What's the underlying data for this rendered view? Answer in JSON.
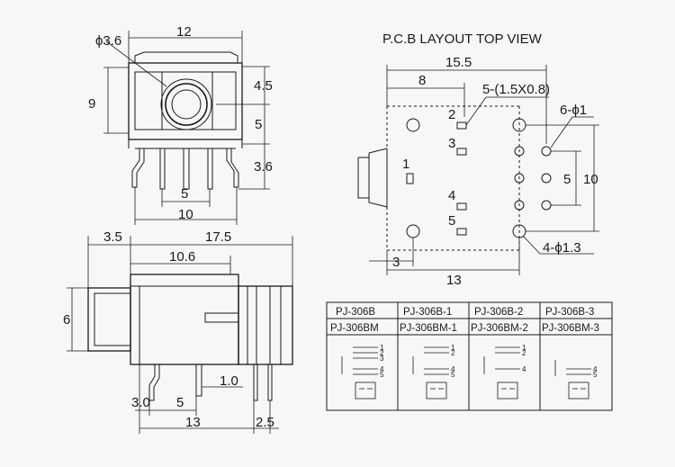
{
  "front_view": {
    "dia_label": "ϕ3.6",
    "width_label": "12",
    "height_label": "9",
    "dim_4_5": "4.5",
    "dim_5": "5",
    "dim_3_6": "3.6",
    "pin_pitch_5": "5",
    "pin_span_10": "10"
  },
  "side_view": {
    "dim_3_5": "3.5",
    "dim_17_5": "17.5",
    "dim_10_6": "10.6",
    "dim_6": "6",
    "dim_1_0": "1.0",
    "dim_3_0": "3.0",
    "dim_5": "5",
    "dim_13": "13",
    "dim_2_5": "2.5"
  },
  "pcb": {
    "title": "P.C.B LAYOUT TOP VIEW",
    "width_label": "15.5",
    "dim_8": "8",
    "slot_label": "5-(1.5X0.8)",
    "hole_label": "6-ϕ1",
    "big_hole_label": "4-ϕ1.3",
    "dim_10": "10",
    "dim_5": "5",
    "dim_3": "3",
    "dim_13": "13",
    "pin_numbers": [
      "1",
      "2",
      "3",
      "4",
      "5"
    ]
  },
  "models": {
    "row1": [
      "PJ-306B",
      "PJ-306B-1",
      "PJ-306B-2",
      "PJ-306B-3"
    ],
    "row2": [
      "PJ-306BM",
      "PJ-306BM-1",
      "PJ-306BM-2",
      "PJ-306BM-3"
    ],
    "pin_labels": [
      "1",
      "2",
      "3",
      "4",
      "5"
    ]
  }
}
